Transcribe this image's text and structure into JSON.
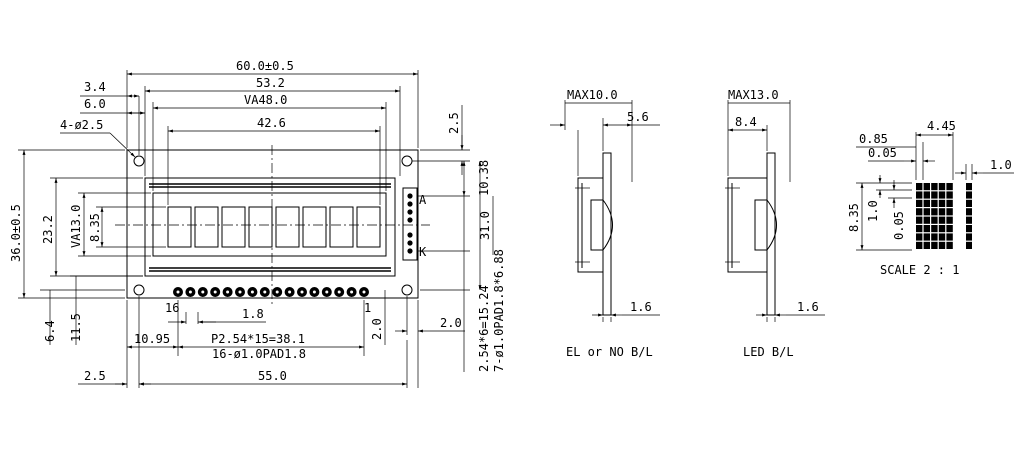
{
  "front": {
    "w_overall": "60.0±0.5",
    "w_pcb_inner": "53.2",
    "w_va": "VA48.0",
    "w_aa": "42.6",
    "left_34": "3.4",
    "left_60": "6.0",
    "holes": "4-ø2.5",
    "h_overall": "36.0±0.5",
    "h_232": "23.2",
    "h_va": "VA13.0",
    "h_835": "8.35",
    "r_25": "2.5",
    "r_1038": "10.38",
    "r_310": "31.0",
    "r_1524": "2.54*6=15.24",
    "r_7pad": "7-ø1.0PAD1.8*6.88",
    "pin_a": "A",
    "pin_k": "K",
    "pin16": "16",
    "pin1": "1",
    "b_18": "1.8",
    "b_64": "6.4",
    "b_115": "11.5",
    "b_1095": "10.95",
    "b_pitch": "P2.54*15=38.1",
    "b_pads": "16-ø1.0PAD1.8",
    "b_20v": "2.0",
    "b_20h": "2.0",
    "b_25": "2.5",
    "b_550": "55.0"
  },
  "side_el": {
    "max": "MAX10.0",
    "d56": "5.6",
    "d16": "1.6",
    "caption": "EL or NO B/L"
  },
  "side_led": {
    "max": "MAX13.0",
    "d84": "8.4",
    "d16": "1.6",
    "caption": "LED B/L"
  },
  "detail": {
    "d085": "0.85",
    "d445": "4.45",
    "d005t": "0.05",
    "d10r": "1.0",
    "d835": "8.35",
    "d10v": "1.0",
    "d005v": "0.05",
    "scale": "SCALE 2 : 1"
  }
}
